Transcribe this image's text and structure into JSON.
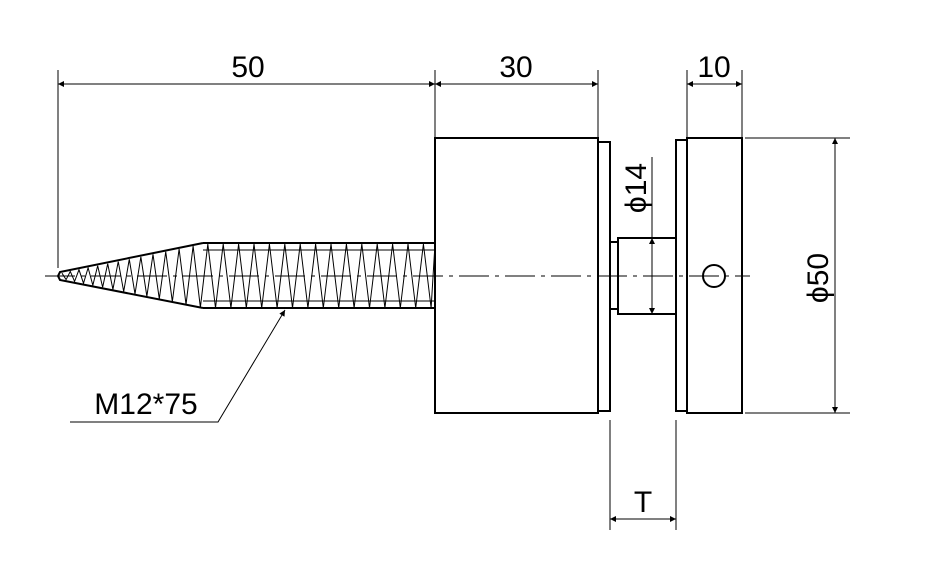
{
  "title": "Glass standoff with wood screw - dimensioned drawing",
  "dimensions": {
    "screw_length": "50",
    "cap_length": "30",
    "base_length": "10",
    "diameter_outer": "ϕ50",
    "diameter_neck": "ϕ14",
    "gap": "T"
  },
  "callouts": {
    "thread": "M12*75"
  }
}
